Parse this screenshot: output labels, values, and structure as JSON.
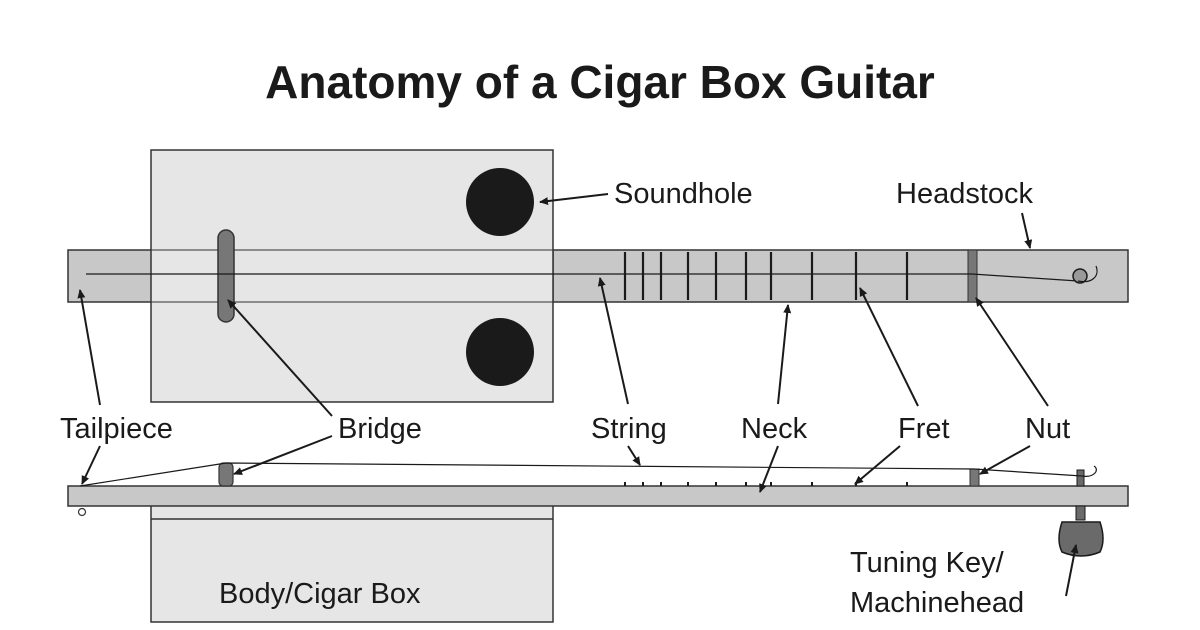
{
  "title": "Anatomy of a Cigar Box Guitar",
  "labels": {
    "soundhole": "Soundhole",
    "headstock": "Headstock",
    "tailpiece": "Tailpiece",
    "bridge": "Bridge",
    "string": "String",
    "neck": "Neck",
    "fret": "Fret",
    "nut": "Nut",
    "body": "Body/Cigar Box",
    "tuning_key_line1": "Tuning Key/",
    "tuning_key_line2": "Machinehead"
  },
  "colors": {
    "wood": "#c8c8c8",
    "body": "#e6e6e6",
    "soundhole": "#1a1a1a",
    "bridge": "#777777",
    "tuning_key": "#6a6a6a"
  }
}
